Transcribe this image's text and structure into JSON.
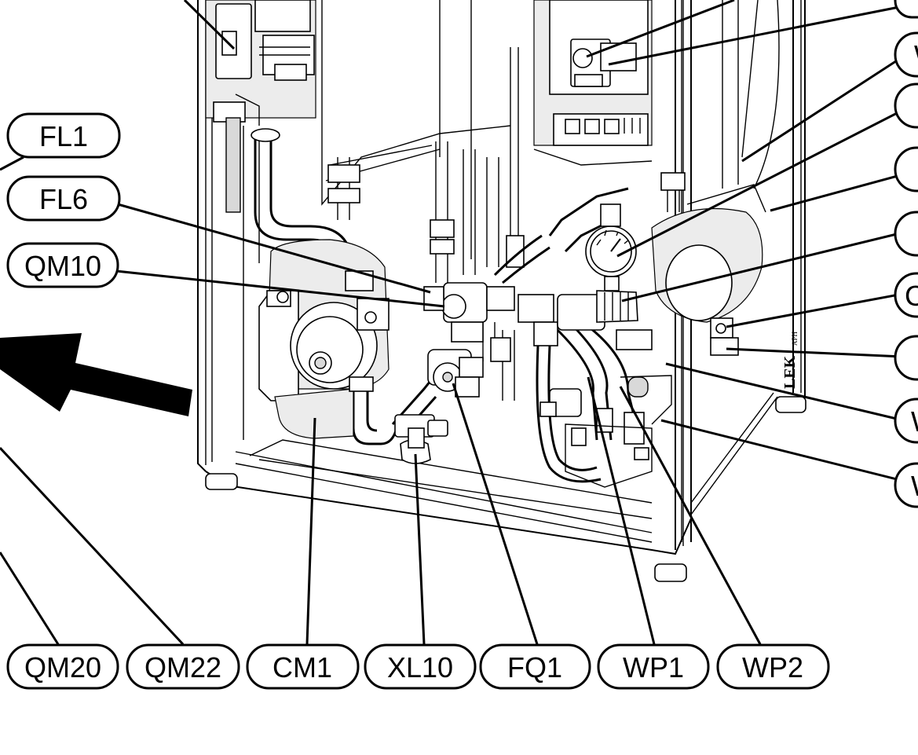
{
  "diagram": {
    "labels": {
      "fl1": "FL1",
      "fl6": "FL6",
      "qm10": "QM10",
      "qm20": "QM20",
      "qm22": "QM22",
      "cm1": "CM1",
      "xl10": "XL10",
      "fq1": "FQ1",
      "wp1": "WP1",
      "wp2": "WP2",
      "r_c": "C",
      "r_w1": "W",
      "r_w2": "W",
      "r_w3": "W"
    },
    "brand_mark": "LEK",
    "brand_sub": "APH"
  }
}
